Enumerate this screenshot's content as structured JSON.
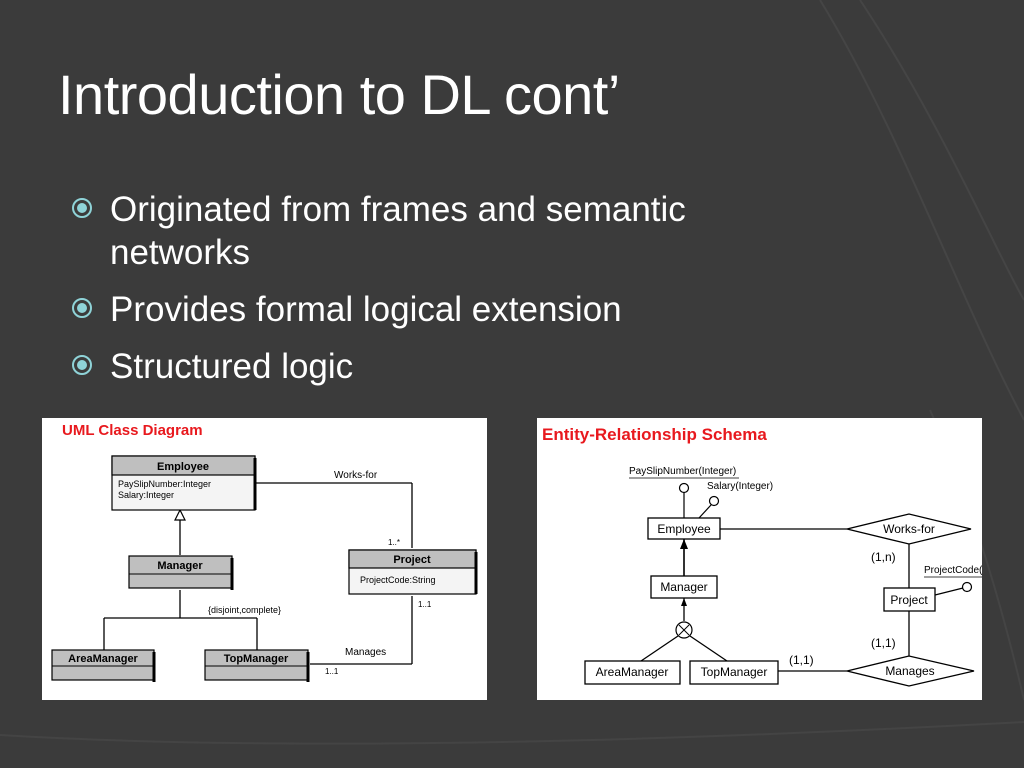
{
  "slide": {
    "title": "Introduction to DL cont’",
    "bullets": [
      "Originated from frames and semantic networks",
      "Provides formal logical extension",
      "Structured logic"
    ]
  },
  "uml": {
    "heading": "UML Class Diagram",
    "employee": {
      "name": "Employee",
      "attr1": "PaySlipNumber:Integer",
      "attr2": "Salary:Integer"
    },
    "project": {
      "name": "Project",
      "attr1": "ProjectCode:String"
    },
    "manager": "Manager",
    "area_manager": "AreaManager",
    "top_manager": "TopManager",
    "works_for": "Works-for",
    "manages": "Manages",
    "mult_works_for": "1..*",
    "mult_project": "1..1",
    "mult_manages": "1..1",
    "constraint": "{disjoint,complete}"
  },
  "er": {
    "heading": "Entity-Relationship Schema",
    "employee": "Employee",
    "manager": "Manager",
    "area_manager": "AreaManager",
    "top_manager": "TopManager",
    "project": "Project",
    "works_for": "Works-for",
    "manages": "Manages",
    "attr_payslip": "PaySlipNumber(Integer)",
    "attr_salary": "Salary(Integer)",
    "attr_projectcode": "ProjectCode(",
    "card_works_for": "(1,n)",
    "card_project_manages": "(1,1)",
    "card_manages": "(1,1)"
  },
  "colors": {
    "background": "#3b3b3b",
    "heading_red": "#e8191e",
    "bullet_icon": "#8fd3d8"
  }
}
